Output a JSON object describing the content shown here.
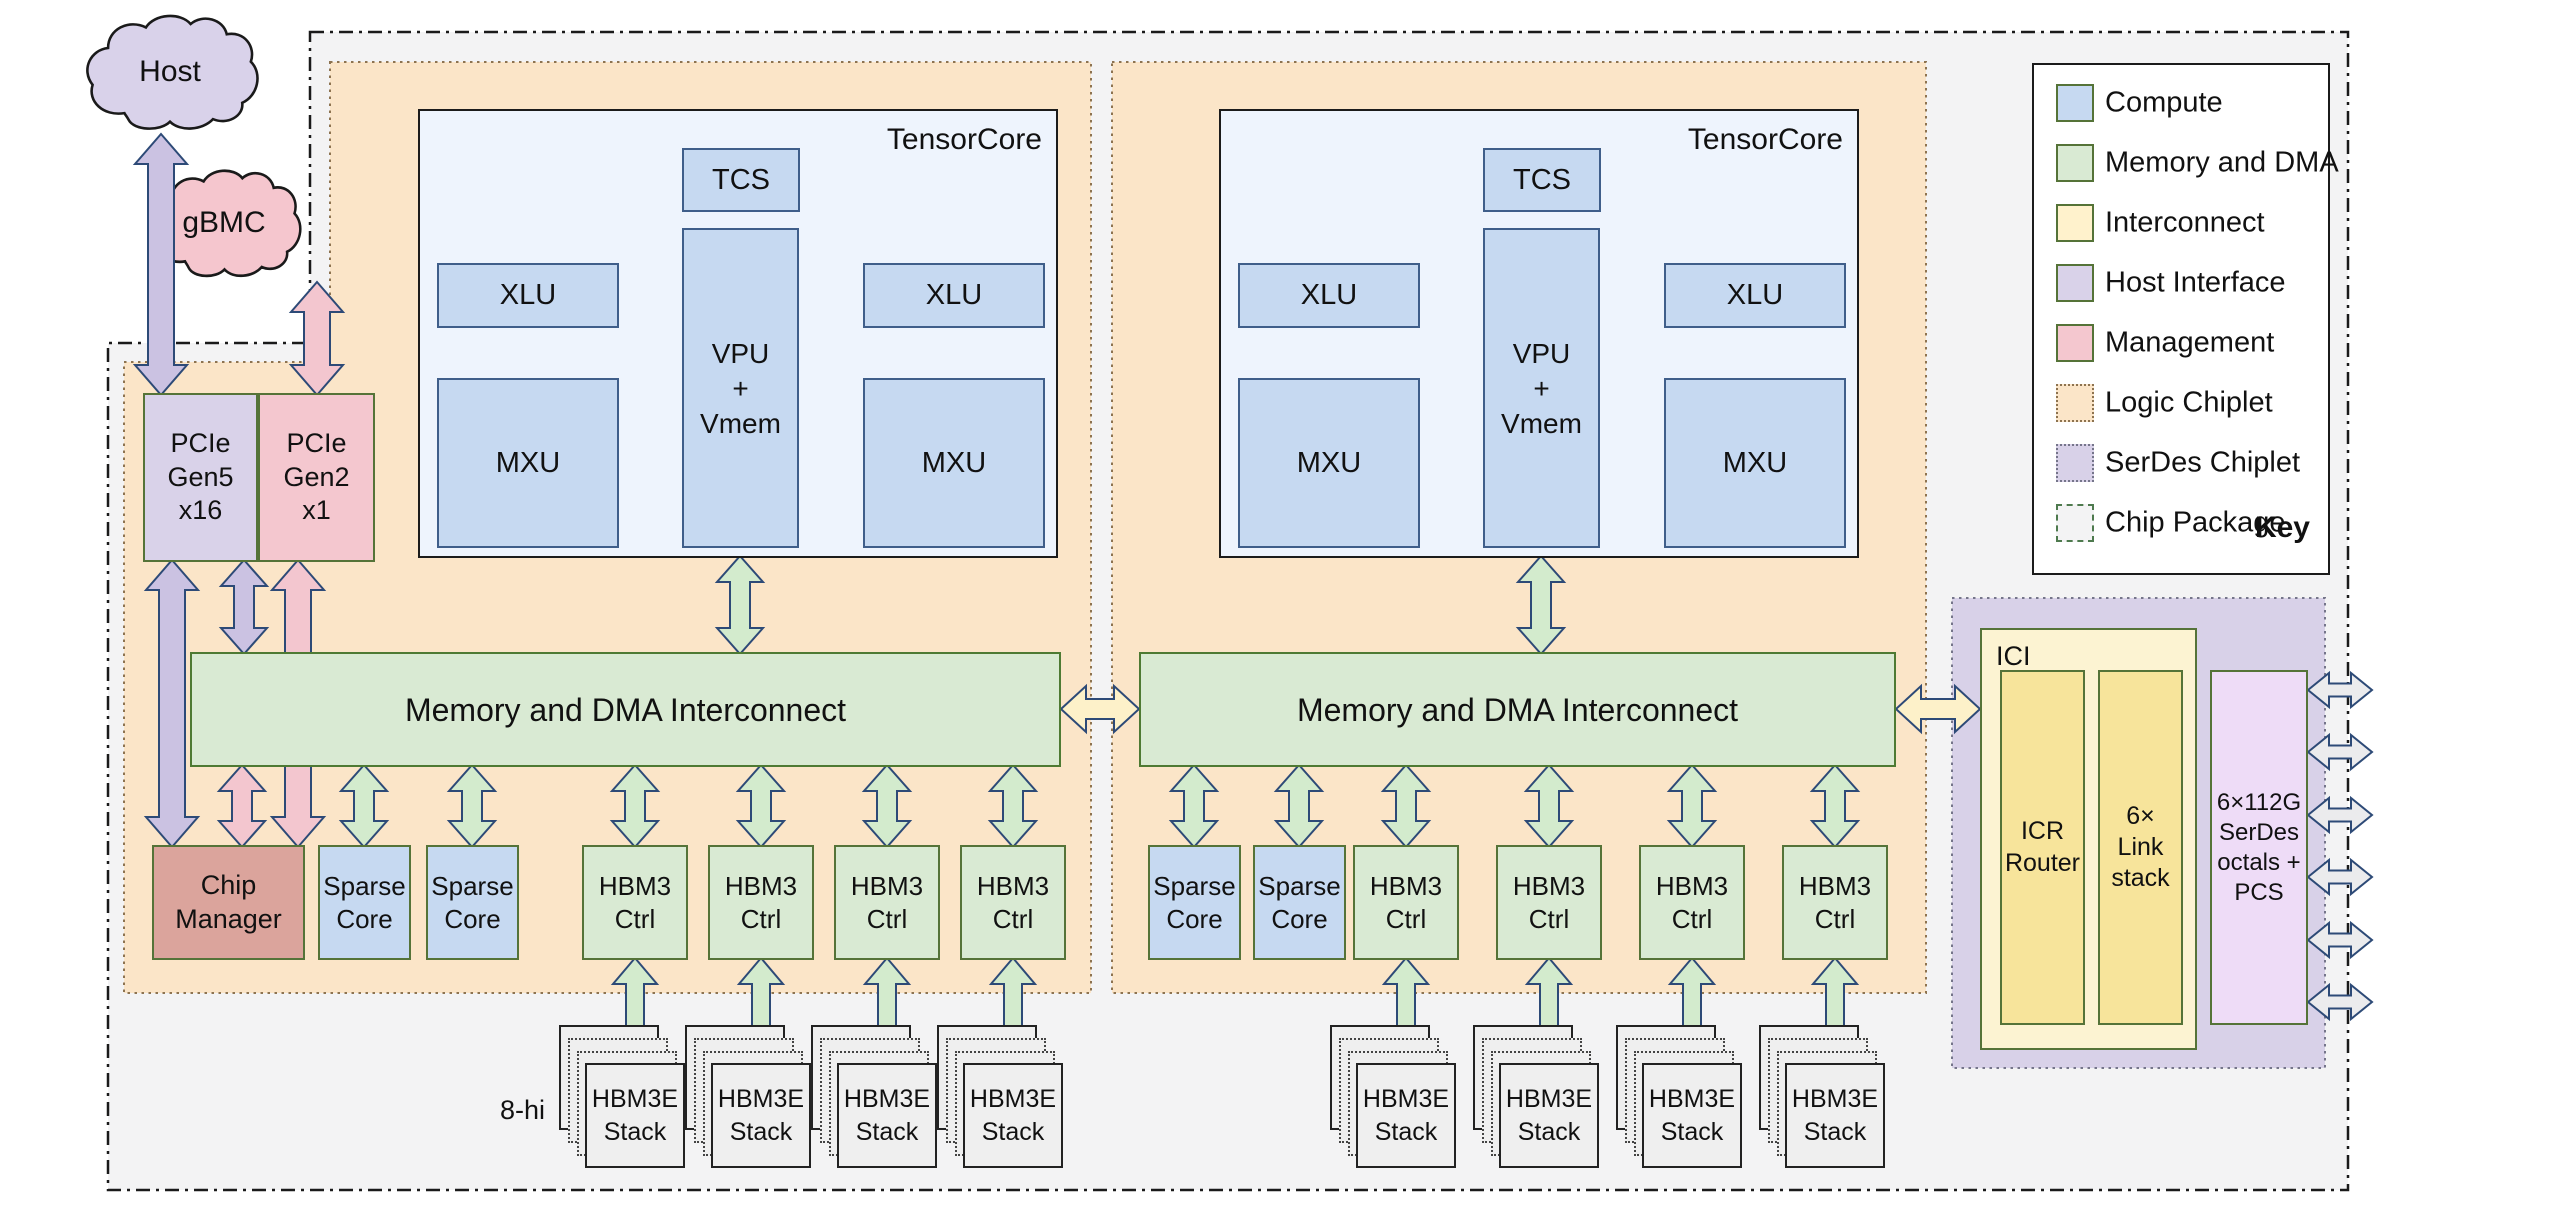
{
  "clouds": {
    "host": "Host",
    "gbmc": "gBMC"
  },
  "pcie": {
    "gen5": "PCIe\nGen5\nx16",
    "gen2": "PCIe\nGen2\nx1"
  },
  "tensorcore": {
    "title": "TensorCore",
    "tcs": "TCS",
    "xlu": "XLU",
    "vpu": "VPU\n+\nVmem",
    "mxu": "MXU"
  },
  "interconnect_label": "Memory and DMA Interconnect",
  "blocks": {
    "chip_manager": "Chip\nManager",
    "sparse_core": "Sparse\nCore",
    "hbm3_ctrl": "HBM3\nCtrl"
  },
  "hbm_stack": {
    "label": "HBM3E\nStack",
    "height": "8-hi"
  },
  "ici": {
    "title": "ICI",
    "icr_router": "ICR\nRouter",
    "link_stack": "6×\nLink\nstack"
  },
  "serdes_octals": "6×112G\nSerDes\noctals +\nPCS",
  "key": {
    "title": "Key",
    "items": [
      {
        "label": "Compute",
        "color": "#c6d9f1",
        "border": "kb-solid"
      },
      {
        "label": "Memory and DMA",
        "color": "#d9ead3",
        "border": "kb-solid"
      },
      {
        "label": "Interconnect",
        "color": "#fff2cc",
        "border": "kb-solid"
      },
      {
        "label": "Host Interface",
        "color": "#d9d2e9",
        "border": "kb-solid"
      },
      {
        "label": "Management",
        "color": "#f4c7cf",
        "border": "kb-solid"
      },
      {
        "label": "Logic Chiplet",
        "color": "#fbe5c8",
        "border": "kb-dotted-logic"
      },
      {
        "label": "SerDes Chiplet",
        "color": "#d8d1e8",
        "border": "kb-dotted-serdes"
      },
      {
        "label": "Chip Package",
        "color": "#f3f3f4",
        "border": "kb-dashdot"
      }
    ]
  },
  "colors": {
    "arrow_purple": "#cbc2e2",
    "arrow_pink": "#f3c6cf",
    "arrow_green": "#d3ebcd",
    "arrow_blue": "#ccdcf5",
    "arrow_yellow": "#fdf1c9",
    "arrow_gray": "#ebebed",
    "arrow_outline": "#2d4a77",
    "logic_chiplet": "#fbe5c8",
    "serdes_chiplet": "#d8d1e8",
    "chip_package": "#f3f3f4"
  }
}
